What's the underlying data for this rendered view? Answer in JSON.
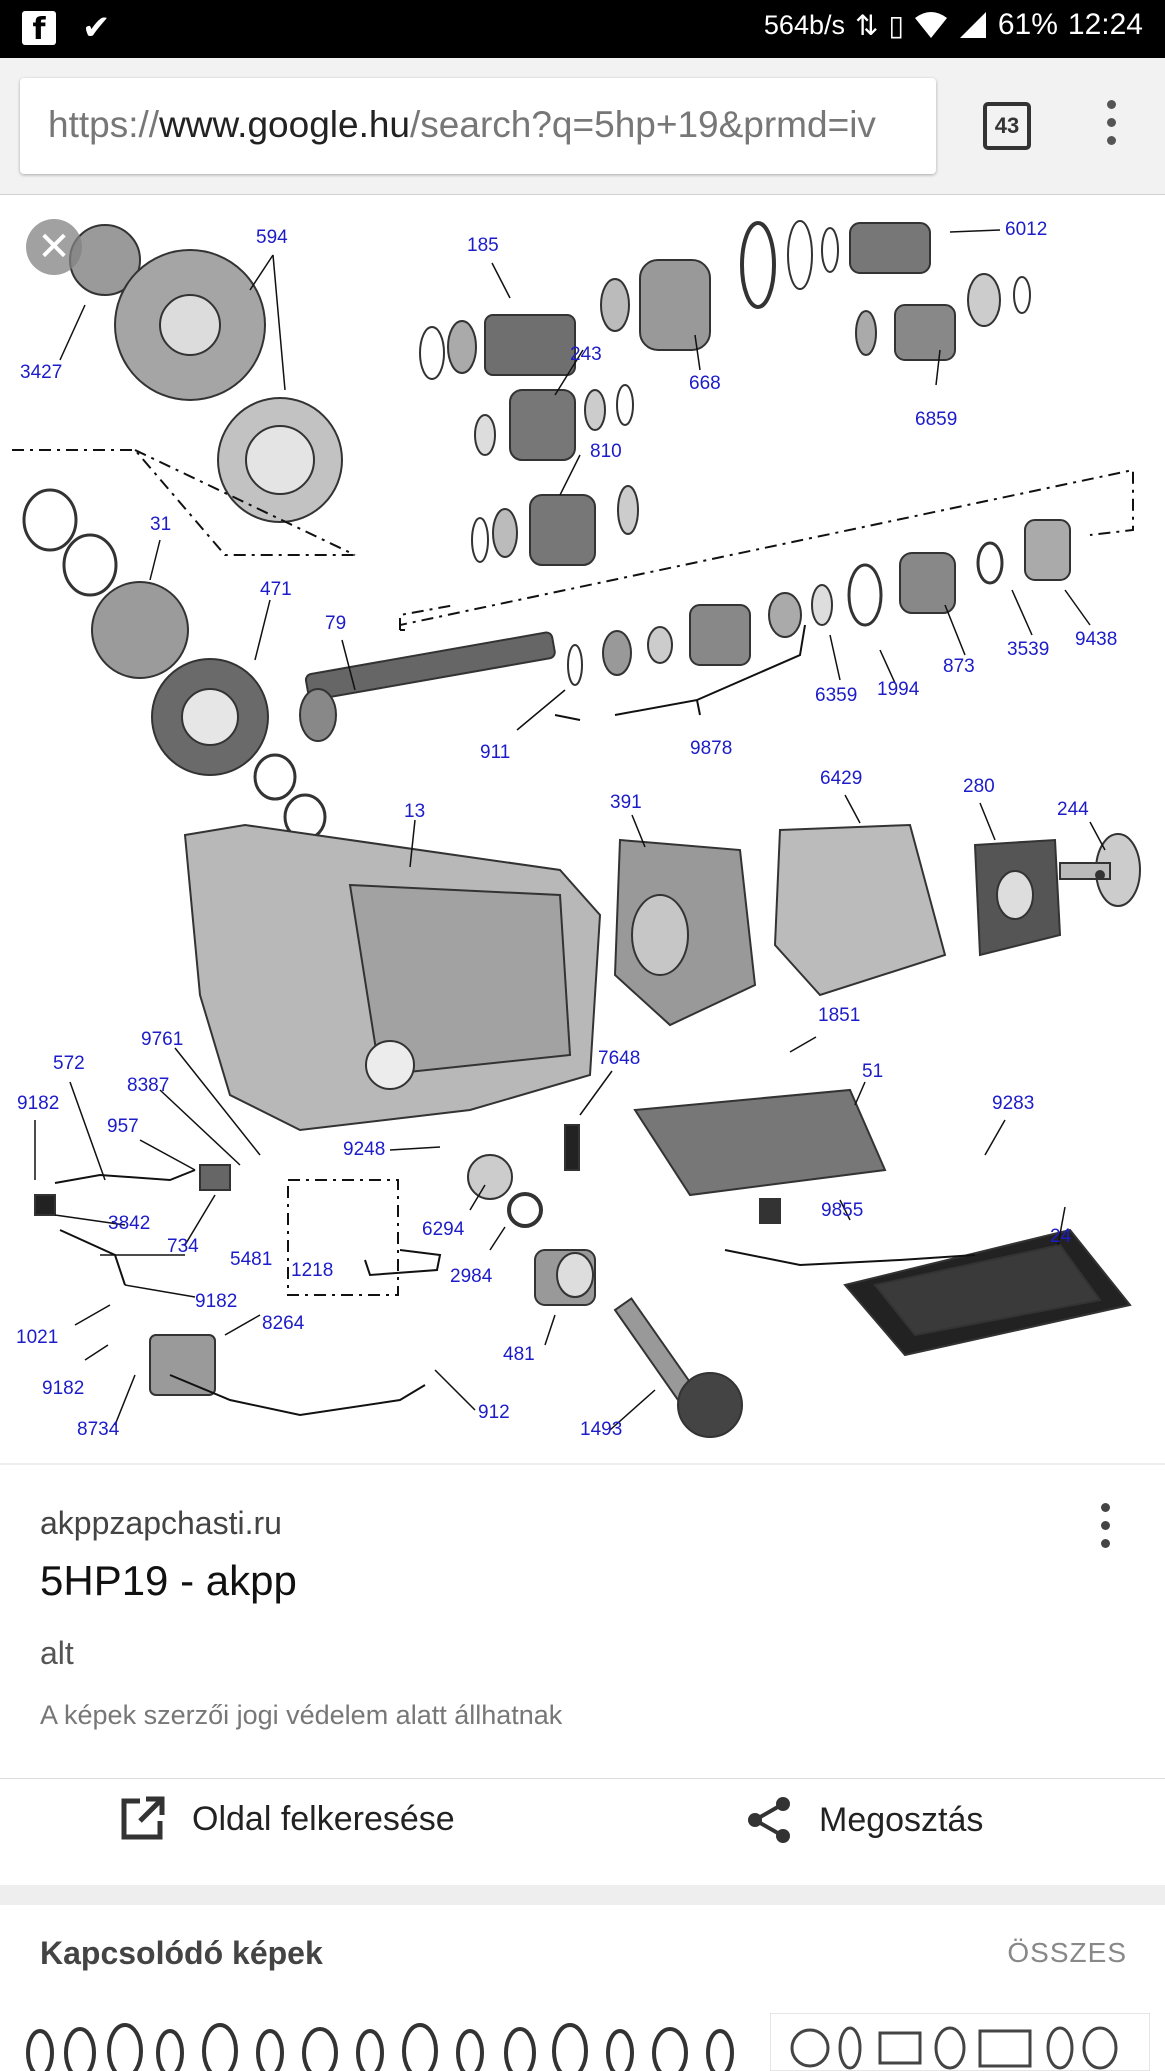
{
  "status_bar": {
    "net_speed": "564b/s",
    "battery": "61%",
    "time": "12:24"
  },
  "browser": {
    "url_scheme": "https://",
    "url_host": "www.google.hu",
    "url_path": "/search?q=5hp+19&prmd=iv",
    "tab_count": "43"
  },
  "diagram": {
    "labels": [
      "594",
      "185",
      "6012",
      "3427",
      "243",
      "668",
      "6859",
      "810",
      "31",
      "471",
      "79",
      "1994",
      "873",
      "3539",
      "9438",
      "911",
      "9878",
      "6359",
      "13",
      "391",
      "6429",
      "280",
      "244",
      "1851",
      "572",
      "9761",
      "8387",
      "7648",
      "51",
      "9283",
      "9182",
      "957",
      "9248",
      "9855",
      "3842",
      "6294",
      "24",
      "734",
      "5481",
      "1218",
      "2984",
      "9182",
      "1021",
      "8264",
      "481",
      "9182",
      "912",
      "1493",
      "8734"
    ]
  },
  "result": {
    "site": "akppzapchasti.ru",
    "title": "5HP19 - akpp",
    "alt": "alt",
    "copyright": "A képek szerzői jogi védelem alatt állhatnak"
  },
  "actions": {
    "visit_label": "Oldal felkeresése",
    "share_label": "Megosztás"
  },
  "related": {
    "title": "Kapcsolódó képek",
    "all_label": "ÖSSZES"
  }
}
